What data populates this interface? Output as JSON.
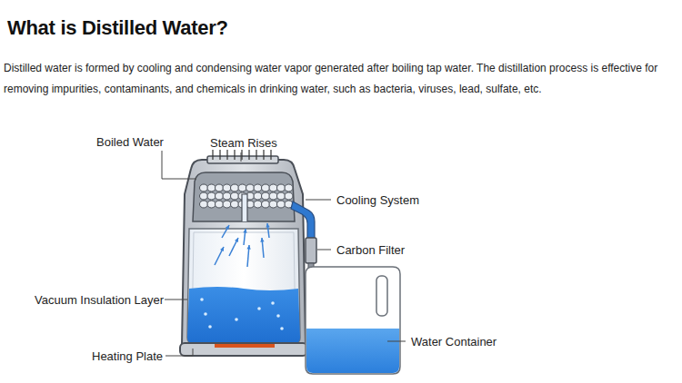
{
  "diagram": {
    "title": "What is Distilled Water?",
    "labels": [
      "Distilled water is formed by cooling and condensing water vapor generated after boiling tap water. The distillation process is effective for removing impurities, contaminants, and chemicals in drinking water, such as bacteria, viruses, lead, sulfate, etc.",
      "Boiled Water",
      "Steam Rises",
      "Cooling System",
      "Carbon Filter",
      "Vacuum Insulation Layer",
      "Water Container",
      "Heating Plate"
    ]
  }
}
